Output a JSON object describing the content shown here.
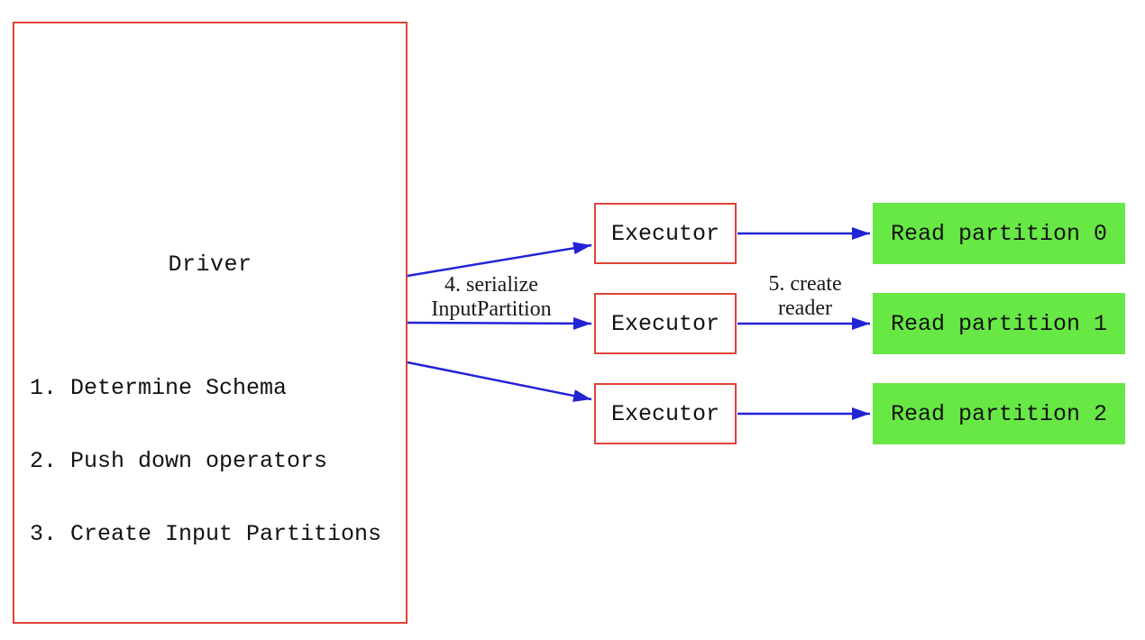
{
  "colors": {
    "background": "#ffffff",
    "box-border-red": "#e04438",
    "arrow-blue": "#2323d6",
    "partition-green": "#67e845",
    "text": "#111111"
  },
  "diagram": {
    "driver": {
      "title": "Driver",
      "steps": [
        "1. Determine Schema",
        "2. Push down operators",
        "3. Create Input Partitions"
      ]
    },
    "executors": [
      {
        "label": "Executor"
      },
      {
        "label": "Executor"
      },
      {
        "label": "Executor"
      }
    ],
    "read_partitions": [
      {
        "label": "Read partition 0"
      },
      {
        "label": "Read partition 1"
      },
      {
        "label": "Read partition 2"
      }
    ],
    "edge_labels": {
      "serialize": {
        "line1": "4. serialize",
        "line2": "InputPartition"
      },
      "create_reader": {
        "line1": "5. create",
        "line2": "reader"
      }
    }
  }
}
